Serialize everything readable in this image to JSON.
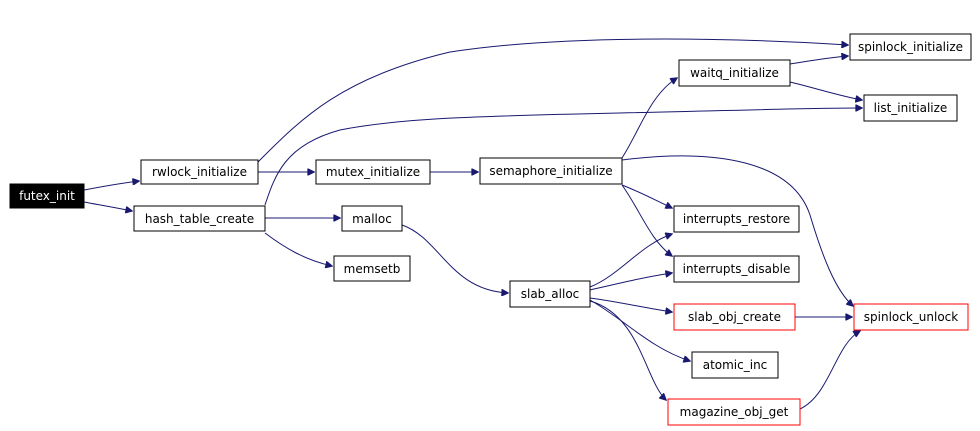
{
  "graph": {
    "colors": {
      "edge": "#191970",
      "root_fill": "#000000",
      "red_border": "#ff0000"
    },
    "nodes": {
      "futex_init": {
        "label": "futex_init",
        "style": "root"
      },
      "rwlock_initialize": {
        "label": "rwlock_initialize",
        "style": "normal"
      },
      "hash_table_create": {
        "label": "hash_table_create",
        "style": "normal"
      },
      "mutex_initialize": {
        "label": "mutex_initialize",
        "style": "normal"
      },
      "malloc": {
        "label": "malloc",
        "style": "normal"
      },
      "memsetb": {
        "label": "memsetb",
        "style": "normal"
      },
      "semaphore_initialize": {
        "label": "semaphore_initialize",
        "style": "normal"
      },
      "slab_alloc": {
        "label": "slab_alloc",
        "style": "normal"
      },
      "waitq_initialize": {
        "label": "waitq_initialize",
        "style": "normal"
      },
      "spinlock_initialize": {
        "label": "spinlock_initialize",
        "style": "normal"
      },
      "list_initialize": {
        "label": "list_initialize",
        "style": "normal"
      },
      "interrupts_restore": {
        "label": "interrupts_restore",
        "style": "normal"
      },
      "interrupts_disable": {
        "label": "interrupts_disable",
        "style": "normal"
      },
      "slab_obj_create": {
        "label": "slab_obj_create",
        "style": "red"
      },
      "atomic_inc": {
        "label": "atomic_inc",
        "style": "normal"
      },
      "magazine_obj_get": {
        "label": "magazine_obj_get",
        "style": "red"
      },
      "spinlock_unlock": {
        "label": "spinlock_unlock",
        "style": "red"
      }
    },
    "edges": [
      {
        "from": "futex_init",
        "to": "rwlock_initialize"
      },
      {
        "from": "futex_init",
        "to": "hash_table_create"
      },
      {
        "from": "rwlock_initialize",
        "to": "mutex_initialize"
      },
      {
        "from": "rwlock_initialize",
        "to": "spinlock_initialize"
      },
      {
        "from": "hash_table_create",
        "to": "malloc"
      },
      {
        "from": "hash_table_create",
        "to": "memsetb"
      },
      {
        "from": "hash_table_create",
        "to": "list_initialize"
      },
      {
        "from": "mutex_initialize",
        "to": "semaphore_initialize"
      },
      {
        "from": "malloc",
        "to": "slab_alloc"
      },
      {
        "from": "semaphore_initialize",
        "to": "waitq_initialize"
      },
      {
        "from": "semaphore_initialize",
        "to": "interrupts_restore"
      },
      {
        "from": "semaphore_initialize",
        "to": "interrupts_disable"
      },
      {
        "from": "semaphore_initialize",
        "to": "spinlock_unlock"
      },
      {
        "from": "waitq_initialize",
        "to": "spinlock_initialize"
      },
      {
        "from": "waitq_initialize",
        "to": "list_initialize"
      },
      {
        "from": "slab_alloc",
        "to": "interrupts_restore"
      },
      {
        "from": "slab_alloc",
        "to": "interrupts_disable"
      },
      {
        "from": "slab_alloc",
        "to": "slab_obj_create"
      },
      {
        "from": "slab_alloc",
        "to": "atomic_inc"
      },
      {
        "from": "slab_alloc",
        "to": "magazine_obj_get"
      },
      {
        "from": "slab_obj_create",
        "to": "spinlock_unlock"
      },
      {
        "from": "magazine_obj_get",
        "to": "spinlock_unlock"
      }
    ]
  }
}
